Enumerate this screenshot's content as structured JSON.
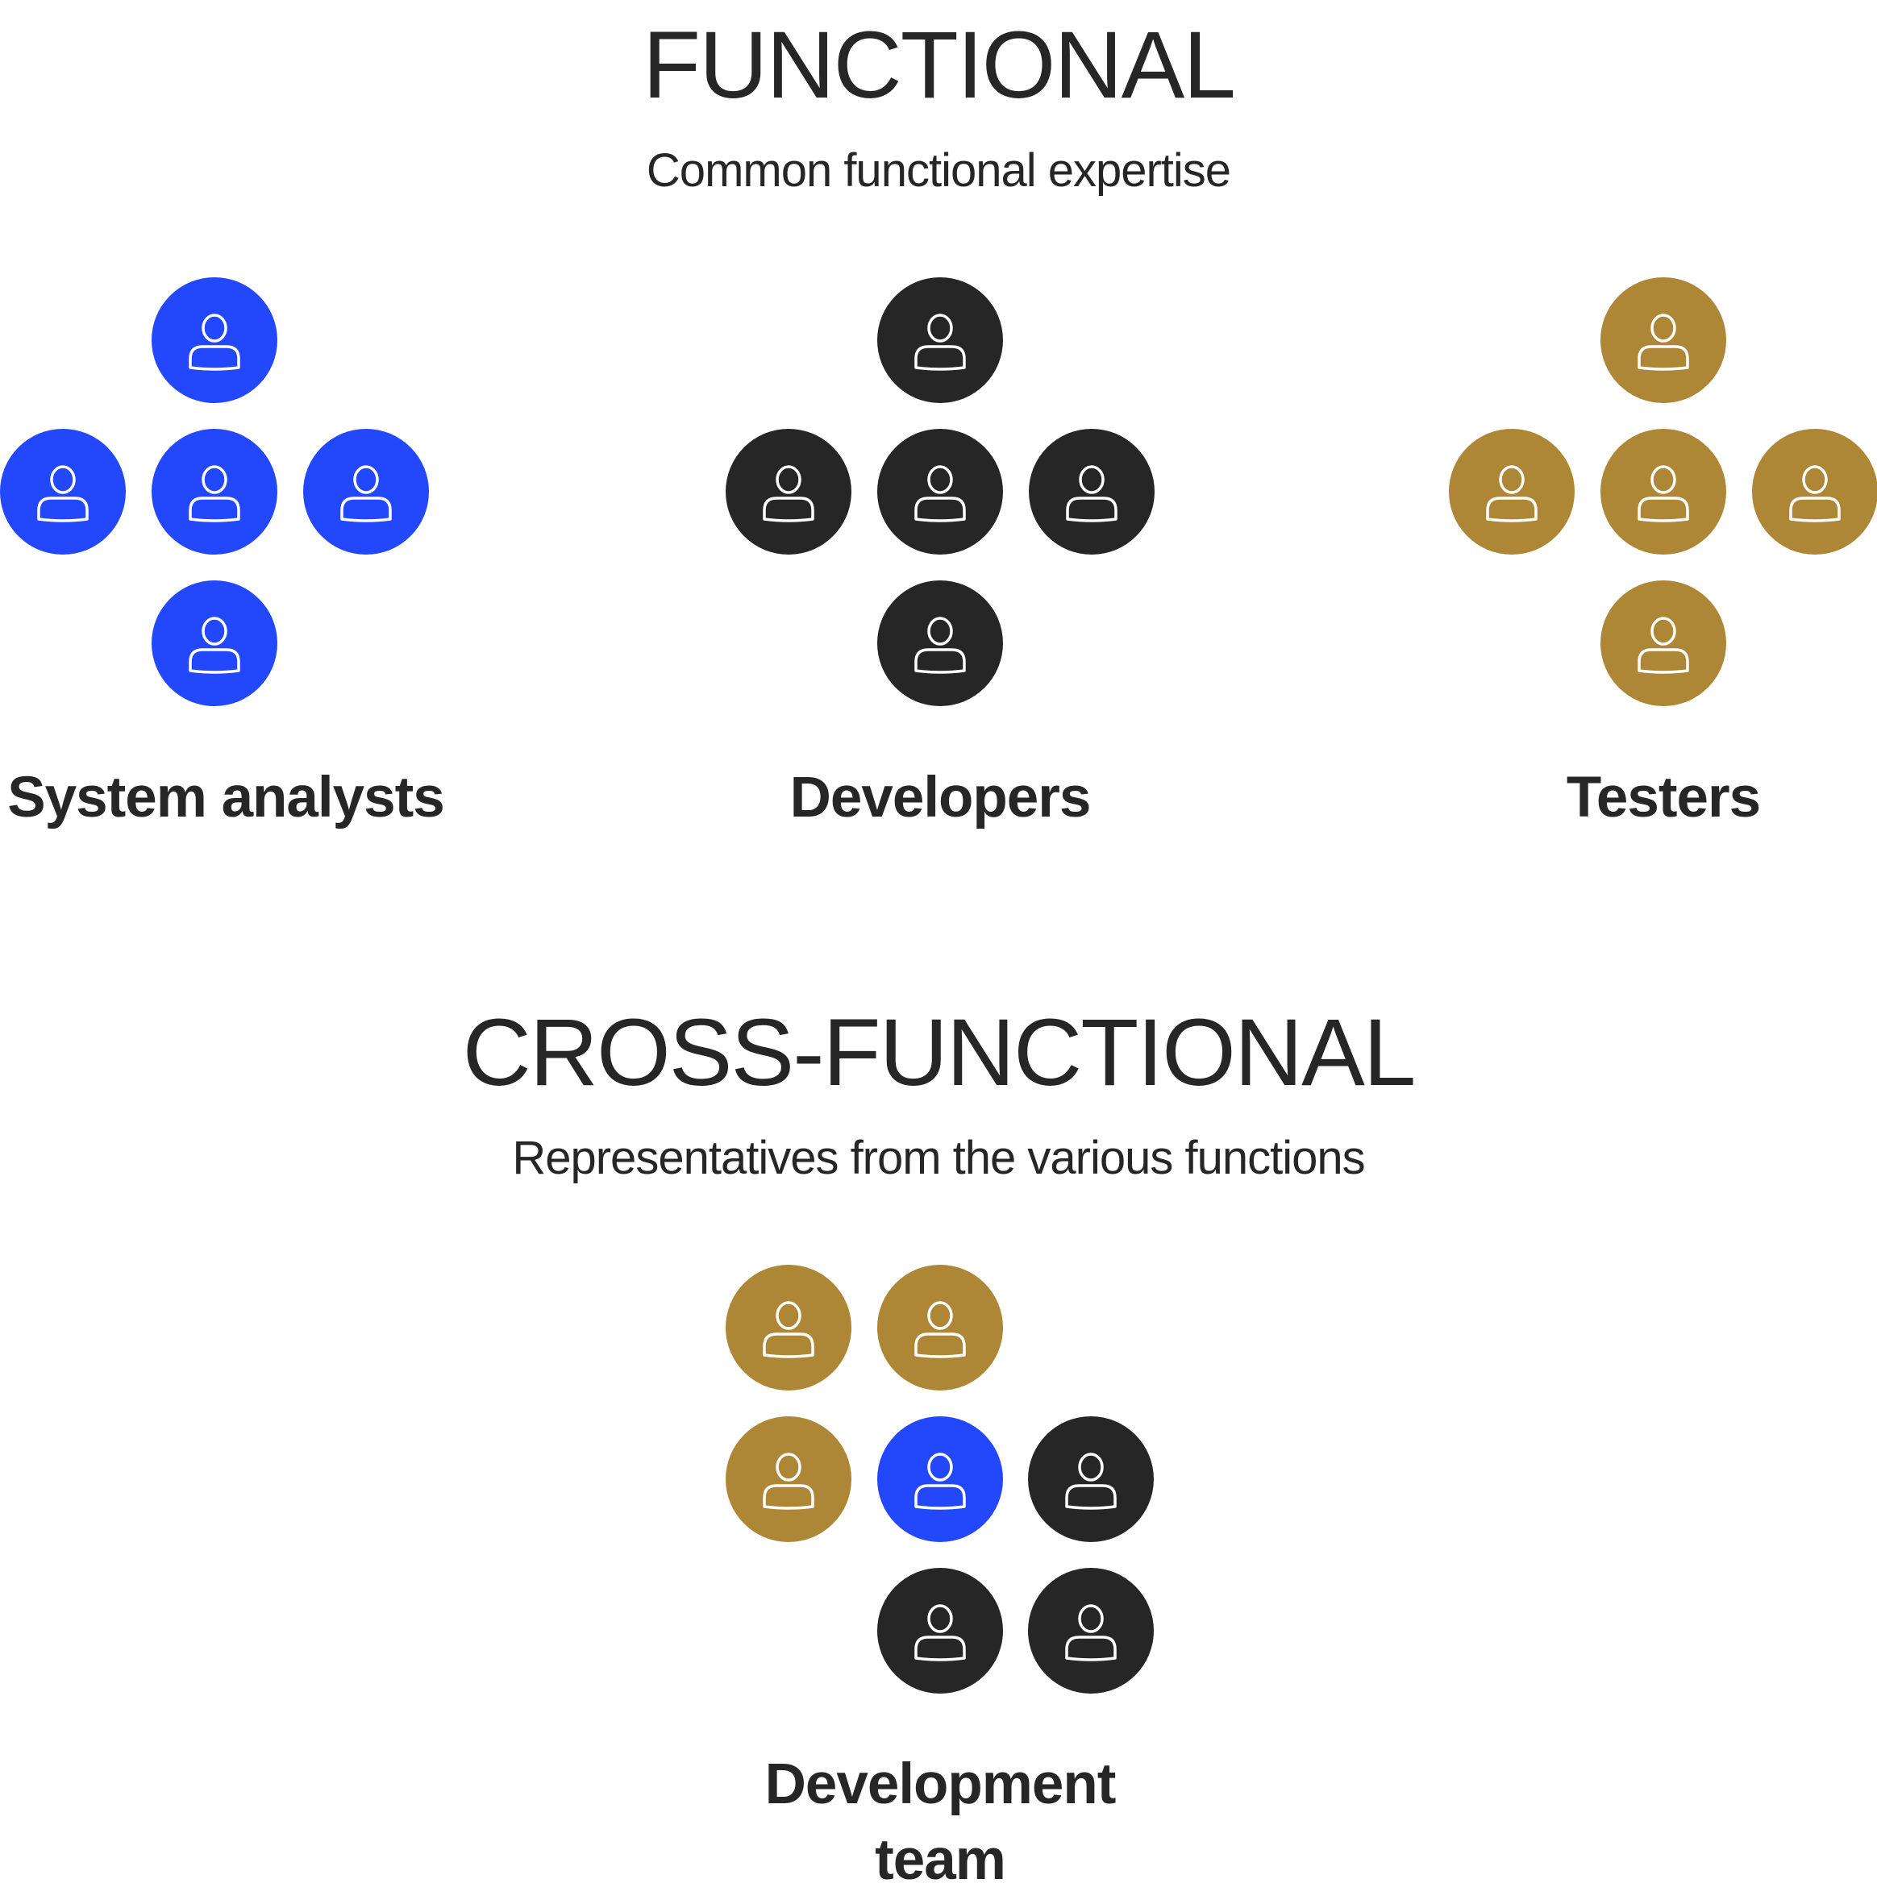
{
  "colors": {
    "analyst": "#2347fb",
    "developer": "#262626",
    "tester": "#ae8736",
    "icon_stroke": "#ffffff"
  },
  "functional": {
    "title": "FUNCTIONAL",
    "subtitle": "Common functional expertise",
    "groups": [
      {
        "label": "System analysts",
        "role": "analyst",
        "members": 5
      },
      {
        "label": "Developers",
        "role": "developer",
        "members": 5
      },
      {
        "label": "Testers",
        "role": "tester",
        "members": 5
      }
    ]
  },
  "cross_functional": {
    "title": "CROSS-FUNCTIONAL",
    "subtitle": "Representatives from the various functions",
    "team": {
      "label_line1": "Development",
      "label_line2": "team",
      "members": [
        "tester",
        "tester",
        "tester",
        "analyst",
        "developer",
        "developer",
        "developer"
      ]
    }
  },
  "icon": "person-icon"
}
